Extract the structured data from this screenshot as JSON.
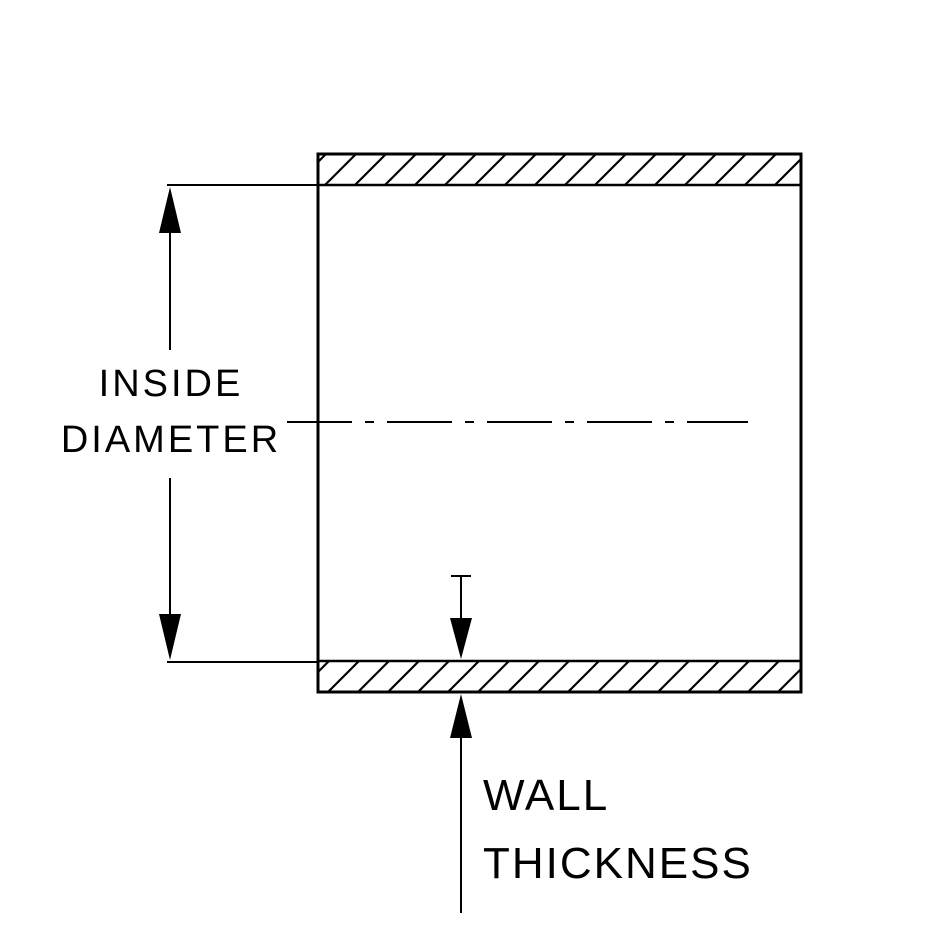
{
  "drawing": {
    "title": "hose cross-section dimension diagram",
    "labels": {
      "inside_diameter": [
        "INSIDE",
        "DIAMETER"
      ],
      "wall_thickness": [
        "WALL",
        "THICKNESS"
      ]
    },
    "colors": {
      "line": "#000000",
      "background": "#ffffff"
    }
  }
}
